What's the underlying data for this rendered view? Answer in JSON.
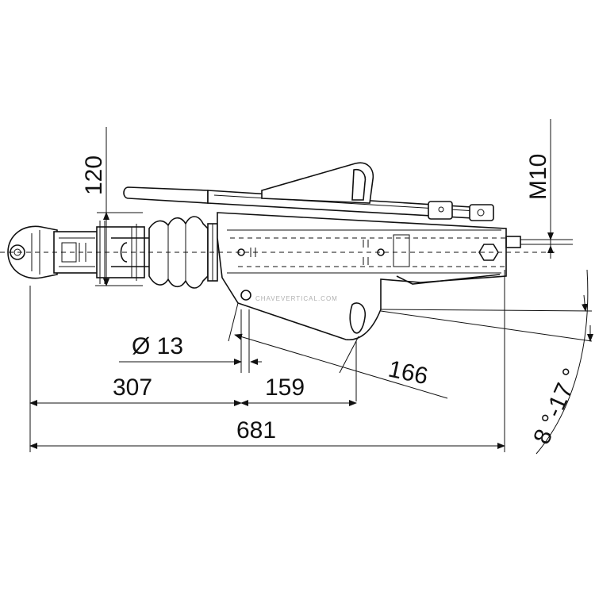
{
  "dimensions": {
    "height": "120",
    "thread": "M10",
    "hole_diameter": "Ø 13",
    "offset_front": "307",
    "hole_spacing": "159",
    "slot_distance": "166",
    "total_length": "681",
    "angle_range": "8 °-17 °"
  },
  "watermark": "CHAVEVERTICAL.COM",
  "colors": {
    "line": "#111111",
    "background": "#ffffff",
    "watermark": "#b0b0b0"
  }
}
